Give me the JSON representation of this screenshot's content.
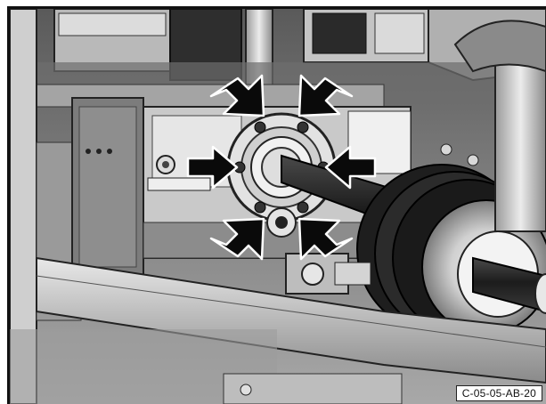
{
  "figure": {
    "code": "C-05-05-AB-20"
  },
  "colors": {
    "arrow": "#0a0a0a",
    "dark_metal": "#2b2b2b",
    "mid_metal": "#8a8a8a",
    "light_metal": "#d6d6d6",
    "highlight": "#f2f2f2"
  },
  "markers": {
    "arrow_count": 6,
    "bolt_count": 6
  }
}
